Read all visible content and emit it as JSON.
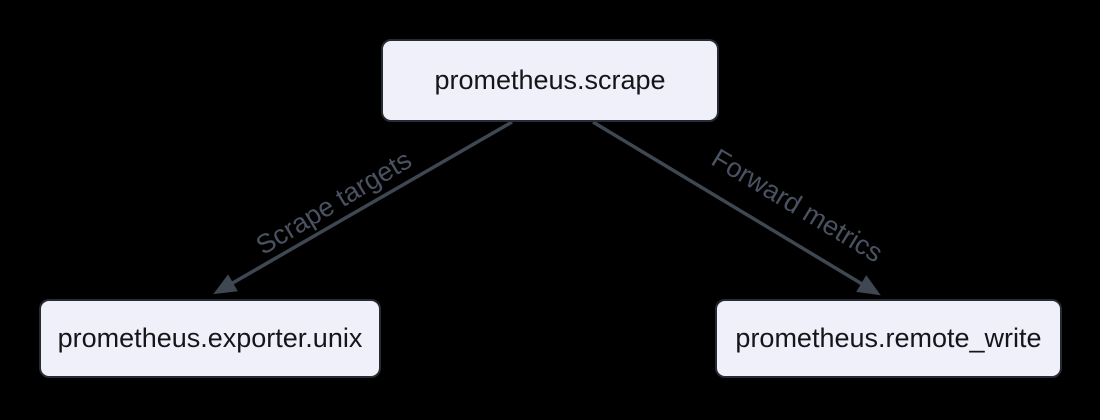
{
  "diagram": {
    "type": "flowchart",
    "background_color": "#000000",
    "node_style": {
      "fill": "#F0F0FB",
      "border_color": "#272B33",
      "text_color": "#14161A"
    },
    "edge_style": {
      "line_color": "#3F4753",
      "label_color": "#4A5160"
    },
    "nodes": [
      {
        "label": "prometheus.scrape"
      },
      {
        "label": "prometheus.exporter.unix"
      },
      {
        "label": "prometheus.remote_write"
      }
    ],
    "edges": [
      {
        "from": "prometheus.scrape",
        "to": "prometheus.exporter.unix",
        "label": "Scrape targets"
      },
      {
        "from": "prometheus.scrape",
        "to": "prometheus.remote_write",
        "label": "Forward metrics"
      }
    ]
  }
}
